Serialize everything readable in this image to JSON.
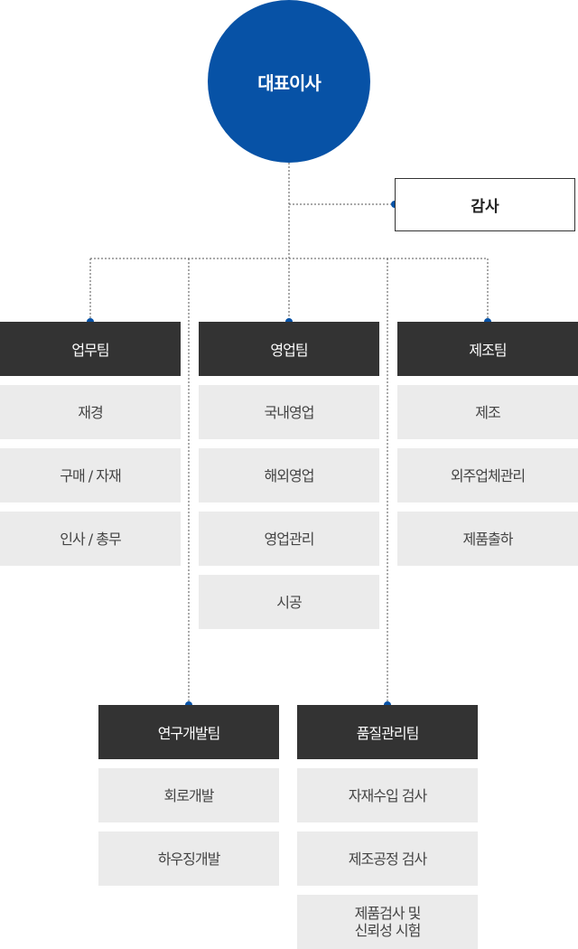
{
  "ceo": {
    "label": "대표이사"
  },
  "audit": {
    "label": "감사"
  },
  "teams": [
    {
      "name": "업무팀",
      "units": [
        "재경",
        "구매 / 자재",
        "인사 / 총무"
      ]
    },
    {
      "name": "영업팀",
      "units": [
        "국내영업",
        "해외영업",
        "영업관리",
        "시공"
      ]
    },
    {
      "name": "제조팀",
      "units": [
        "제조",
        "외주업체관리",
        "제품출하"
      ]
    },
    {
      "name": "연구개발팀",
      "units": [
        "회로개발",
        "하우징개발"
      ]
    },
    {
      "name": "품질관리팀",
      "units": [
        "자재수입 검사",
        "제조공정 검사",
        "제품검사 및\n신뢰성 시험"
      ]
    }
  ],
  "colors": {
    "ceo": "#0752a6",
    "team_header": "#333333",
    "unit_bg": "#ebebeb",
    "dot": "#0752a6"
  }
}
